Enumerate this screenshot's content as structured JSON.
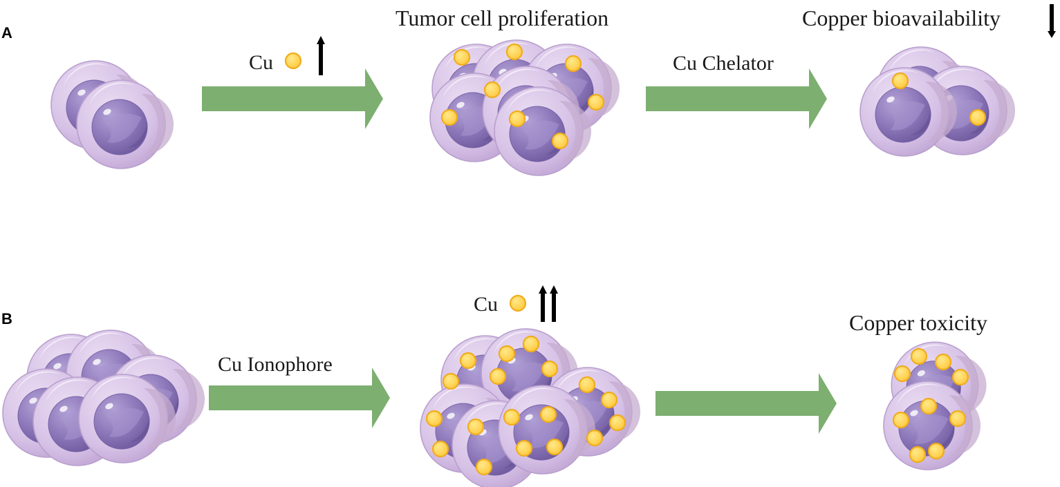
{
  "panels": [
    {
      "letter": "A",
      "dose_text": "Cu",
      "step1_text": "Tumor cell proliferation",
      "arrow2_text": "Cu Chelator",
      "result_text": "Copper bioavailability"
    },
    {
      "letter": "B",
      "arrow1_text": "Cu Ionophore",
      "dose_text": "Cu",
      "result_text": "Copper toxicity"
    }
  ],
  "colors": {
    "arrow": "#7daf70",
    "cell_outer": "#d8c4e6",
    "cell_rim": "#b69ccc",
    "nucleus": "#8a74b6",
    "nucleus_dark": "#6e5a9e",
    "copper_fill": "#ffd75a",
    "copper_stroke": "#f0ac1c",
    "indicator": "#000000"
  },
  "icons": [
    "cell-icon",
    "copper-ion-icon",
    "increase-arrow-icon",
    "decrease-arrow-icon",
    "process-arrow-icon"
  ]
}
